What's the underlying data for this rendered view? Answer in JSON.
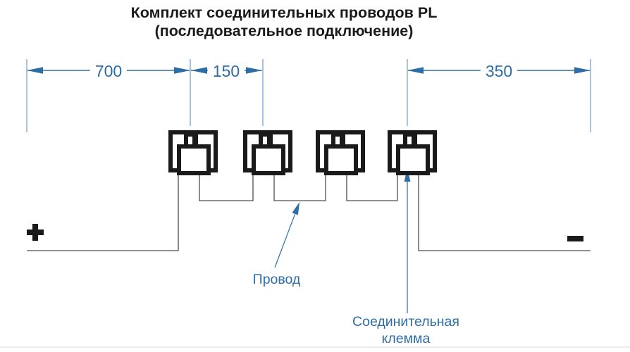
{
  "title": {
    "line1": "Комплект соединительных проводов PL",
    "line2": "(последовательное подключение)"
  },
  "dimensions": {
    "left_segment": "700",
    "middle_segment": "150",
    "right_segment": "350"
  },
  "terminals": {
    "positive": "+",
    "negative": "-"
  },
  "callouts": {
    "wire": "Провод",
    "clamp": "Соединительная клемма"
  },
  "clamp_count": 4,
  "colors": {
    "accent_blue": "#2e6da4",
    "extension_blue": "#6f9cc4",
    "diagram_black": "#1a1a1a",
    "wire_gray": "#4f4f4f"
  }
}
